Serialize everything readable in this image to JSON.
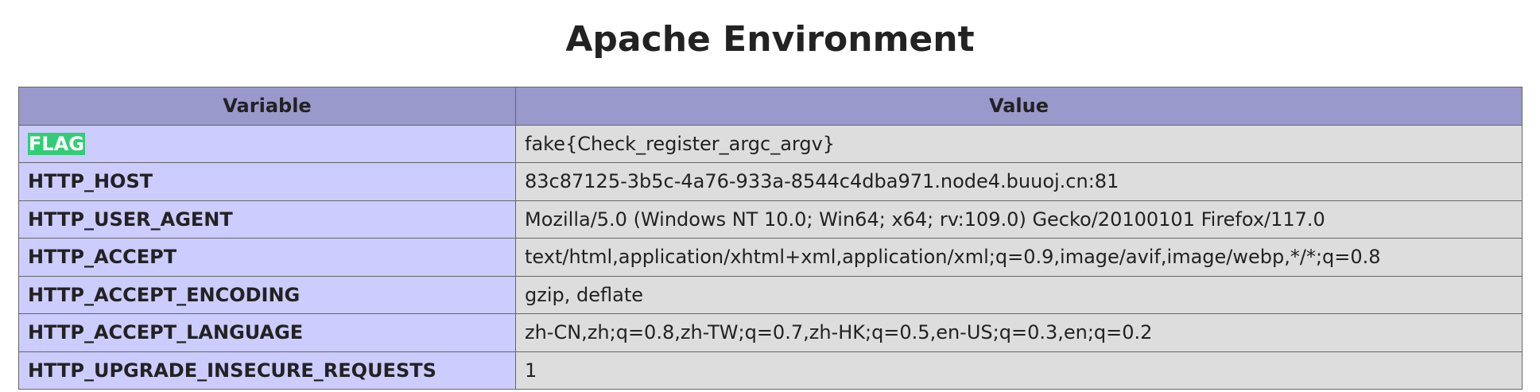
{
  "page": {
    "title": "Apache Environment"
  },
  "table": {
    "headers": {
      "variable": "Variable",
      "value": "Value"
    },
    "rows": [
      {
        "variable": "FLAG",
        "value": "fake{Check_register_argc_argv}",
        "highlighted": true
      },
      {
        "variable": "HTTP_HOST",
        "value": "83c87125-3b5c-4a76-933a-8544c4dba971.node4.buuoj.cn:81"
      },
      {
        "variable": "HTTP_USER_AGENT",
        "value": "Mozilla/5.0 (Windows NT 10.0; Win64; x64; rv:109.0) Gecko/20100101 Firefox/117.0"
      },
      {
        "variable": "HTTP_ACCEPT",
        "value": "text/html,application/xhtml+xml,application/xml;q=0.9,image/avif,image/webp,*/*;q=0.8"
      },
      {
        "variable": "HTTP_ACCEPT_ENCODING",
        "value": "gzip, deflate"
      },
      {
        "variable": "HTTP_ACCEPT_LANGUAGE",
        "value": "zh-CN,zh;q=0.8,zh-TW;q=0.7,zh-HK;q=0.5,en-US;q=0.3,en;q=0.2"
      },
      {
        "variable": "HTTP_UPGRADE_INSECURE_REQUESTS",
        "value": "1"
      }
    ]
  },
  "colors": {
    "header_bg": "#9999cc",
    "variable_bg": "#ccccff",
    "value_bg": "#dddddd",
    "highlight_bg": "#33cc77",
    "border": "#666666"
  }
}
